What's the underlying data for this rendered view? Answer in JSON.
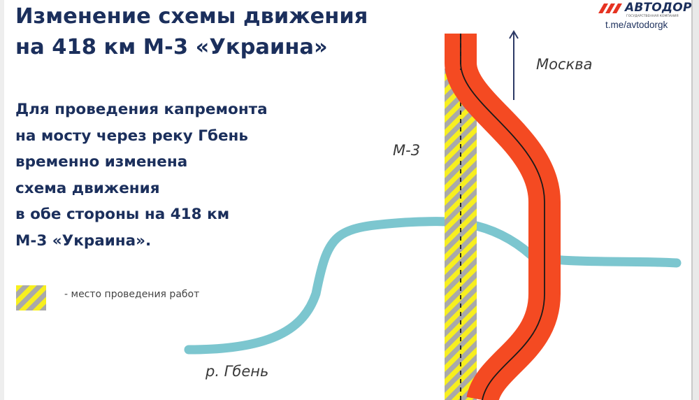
{
  "title": {
    "line1": "Изменение схемы движения",
    "line2": "на 418 км М-3 «Украина»"
  },
  "description": {
    "lines": [
      "Для проведения капремонта",
      "на мосту через реку Гбень",
      "временно изменена",
      "схема движения",
      "в обе стороны на 418 км",
      "М-3 «Украина»."
    ]
  },
  "legend": {
    "text": "- место проведения работ",
    "swatch_colors": [
      "#f7ef1f",
      "#a9a9a9"
    ]
  },
  "brand": {
    "name": "АВТОДОР",
    "subtitle": "ГОСУДАРСТВЕННАЯ КОМПАНИЯ",
    "channel": "t.me/avtodorgk"
  },
  "map": {
    "highway_label": "М-3",
    "direction_label": "Москва",
    "river_label": "р. Гбень"
  },
  "colors": {
    "text_navy": "#1b2f5c",
    "detour_red": "#f44a22",
    "river_blue": "#7cc6cf",
    "work_zone_yellow": "#f7ef1f",
    "work_zone_grey": "#a9a9a9",
    "arrow_navy": "#2d3a66"
  }
}
